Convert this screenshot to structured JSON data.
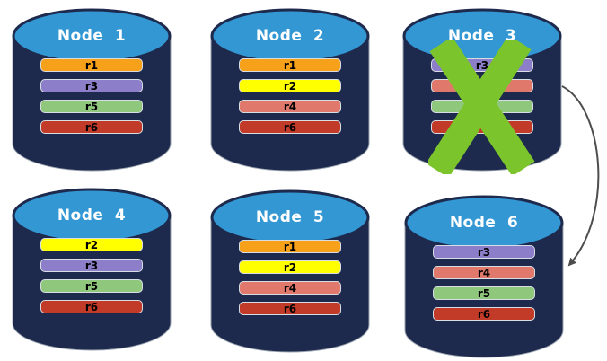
{
  "diagram": {
    "description": "Replicated database nodes with failed node and failover arrow",
    "colors": {
      "cylinder_body": "#1E2A4D",
      "cylinder_top": "#3297D3",
      "bar_border": "#D8DDE3",
      "failure_x": "#7CC42C",
      "arrow": "#4D4D4D"
    },
    "nodes": [
      {
        "label": "Node 1",
        "failed": false,
        "replicas": [
          {
            "label": "r1",
            "color": "#F7A11A"
          },
          {
            "label": "r3",
            "color": "#8C7EC8"
          },
          {
            "label": "r5",
            "color": "#8FC87C"
          },
          {
            "label": "r6",
            "color": "#C23B28"
          }
        ]
      },
      {
        "label": "Node 2",
        "failed": false,
        "replicas": [
          {
            "label": "r1",
            "color": "#F7A11A"
          },
          {
            "label": "r2",
            "color": "#FFFF00"
          },
          {
            "label": "r4",
            "color": "#E0796B"
          },
          {
            "label": "r6",
            "color": "#C23B28"
          }
        ]
      },
      {
        "label": "Node 3",
        "failed": true,
        "replicas": [
          {
            "label": "r3",
            "color": "#8C7EC8"
          },
          {
            "label": "r4",
            "color": "#E0796B"
          },
          {
            "label": "r5",
            "color": "#8FC87C"
          },
          {
            "label": "r6",
            "color": "#C23B28"
          }
        ]
      },
      {
        "label": "Node 4",
        "failed": false,
        "replicas": [
          {
            "label": "r2",
            "color": "#FFFF00"
          },
          {
            "label": "r3",
            "color": "#8C7EC8"
          },
          {
            "label": "r5",
            "color": "#8FC87C"
          },
          {
            "label": "r6",
            "color": "#C23B28"
          }
        ]
      },
      {
        "label": "Node 5",
        "failed": false,
        "replicas": [
          {
            "label": "r1",
            "color": "#F7A11A"
          },
          {
            "label": "r2",
            "color": "#FFFF00"
          },
          {
            "label": "r4",
            "color": "#E0796B"
          },
          {
            "label": "r6",
            "color": "#C23B28"
          }
        ]
      },
      {
        "label": "Node 6",
        "failed": false,
        "replicas": [
          {
            "label": "r3",
            "color": "#8C7EC8"
          },
          {
            "label": "r4",
            "color": "#E0796B"
          },
          {
            "label": "r5",
            "color": "#8FC87C"
          },
          {
            "label": "r6",
            "color": "#C23B28"
          }
        ]
      }
    ],
    "arrow": {
      "from": "Node 3",
      "to": "Node 6"
    }
  }
}
